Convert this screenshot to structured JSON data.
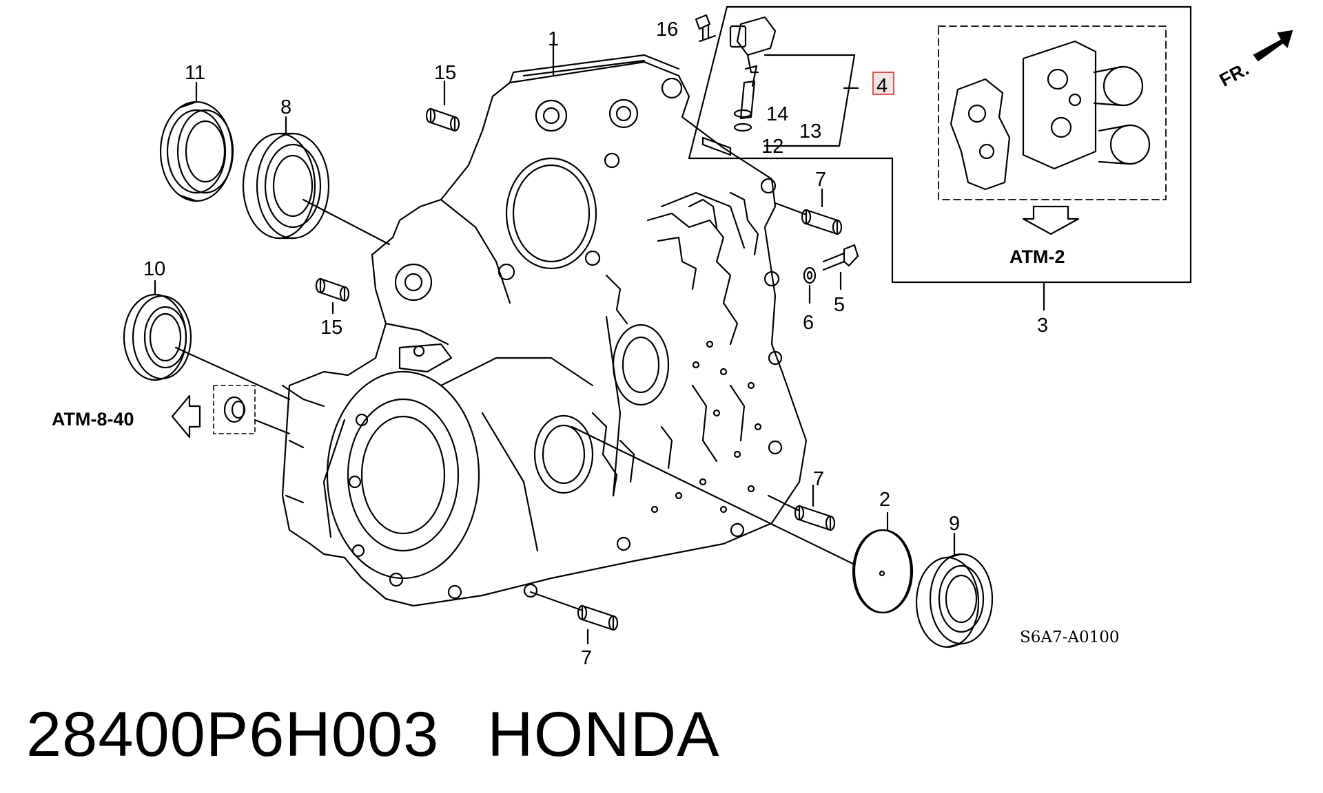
{
  "callouts": {
    "c1": "1",
    "c2": "2",
    "c3": "3",
    "c4": "4",
    "c5": "5",
    "c6": "6",
    "c7a": "7",
    "c7b": "7",
    "c7c": "7",
    "c8": "8",
    "c9": "9",
    "c10": "10",
    "c11": "11",
    "c12": "12",
    "c13": "13",
    "c14": "14",
    "c15a": "15",
    "c15b": "15",
    "c16": "16"
  },
  "references": {
    "atm2": "ATM-2",
    "atm840": "ATM-8-40",
    "front": "FR."
  },
  "diagram_code": "S6A7-A0100",
  "footer": {
    "part_number": "28400P6H003",
    "brand": "HONDA"
  },
  "colors": {
    "line": "#000000",
    "highlight_box": "#d9534f",
    "highlight_fill": "#f3e3e3"
  }
}
